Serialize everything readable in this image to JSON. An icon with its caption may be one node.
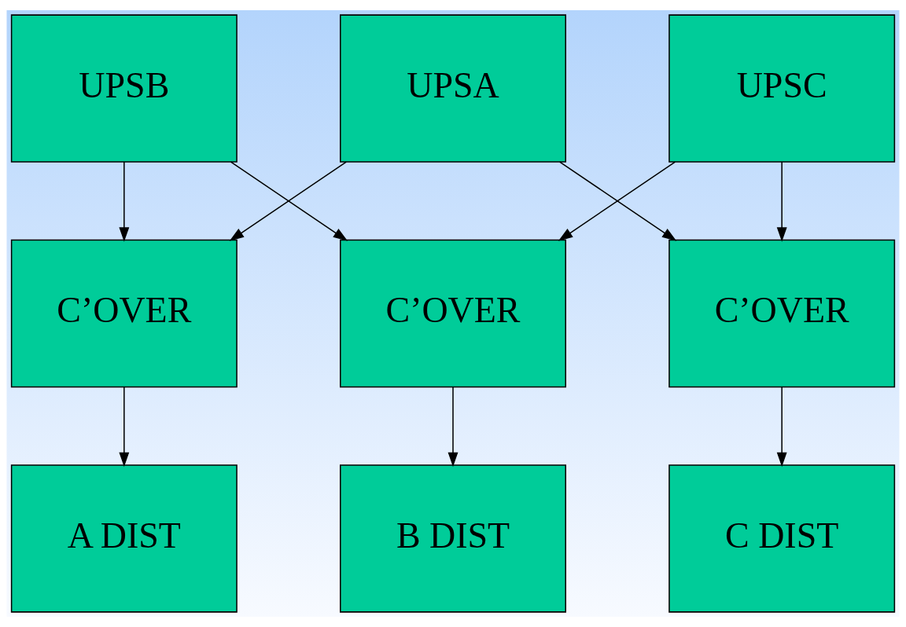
{
  "diagram": {
    "nodes": [
      {
        "text": [
          "UPSA"
        ]
      },
      {
        "text": [
          "UPSB"
        ]
      },
      {
        "text": [
          "UPSC"
        ]
      },
      {
        "text": [
          "C’OVER"
        ]
      },
      {
        "text": [
          "C’OVER"
        ]
      },
      {
        "text": [
          "C’OVER"
        ]
      },
      {
        "text": [
          "A DIST"
        ]
      },
      {
        "text": [
          "B DIST"
        ]
      },
      {
        "text": [
          "C DIST"
        ]
      }
    ],
    "edges": [
      {
        "from": 0,
        "to": 3,
        "arrow": "to"
      },
      {
        "from": 0,
        "to": 5,
        "arrow": "to"
      },
      {
        "from": 1,
        "to": 3,
        "arrow": "to"
      },
      {
        "from": 1,
        "to": 4,
        "arrow": "to"
      },
      {
        "from": 2,
        "to": 4,
        "arrow": "to"
      },
      {
        "from": 2,
        "to": 5,
        "arrow": "to"
      },
      {
        "from": 3,
        "to": 6,
        "arrow": "to"
      },
      {
        "from": 4,
        "to": 7,
        "arrow": "to"
      },
      {
        "from": 5,
        "to": 8,
        "arrow": "to"
      }
    ]
  }
}
